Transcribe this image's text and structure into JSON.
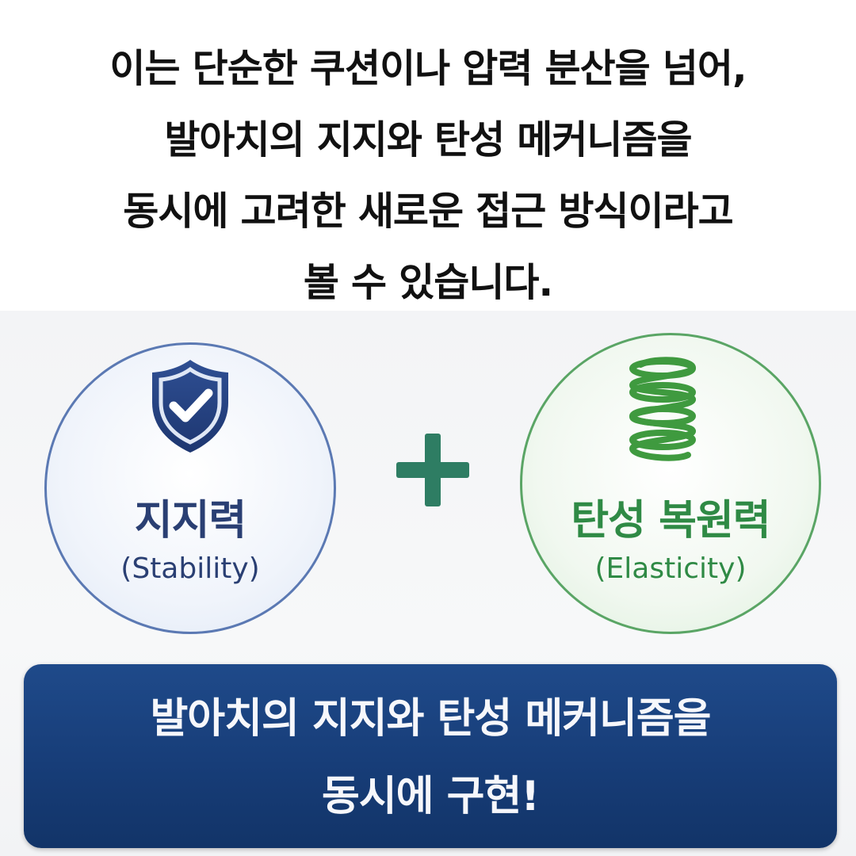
{
  "headline": {
    "lines": [
      "이는 단순한 쿠션이나 압력 분산을 넘어,",
      "발아치의 지지와 탄성 메커니즘을",
      "동시에 고려한 새로운 접근 방식이라고",
      "볼 수 있습니다."
    ]
  },
  "stability": {
    "title": "지지력",
    "subtitle": "(Stability)",
    "icon": "shield-check-icon",
    "color": "#2a3f73"
  },
  "operator": {
    "icon": "plus-icon",
    "color": "#2e7d63"
  },
  "elasticity": {
    "title": "탄성 복원력",
    "subtitle": "(Elasticity)",
    "icon": "spring-icon",
    "color": "#2f8a45"
  },
  "banner": {
    "lines": [
      "발아치의 지지와 탄성 메커니즘을",
      "동시에 구현!"
    ],
    "background": "#173d78"
  }
}
